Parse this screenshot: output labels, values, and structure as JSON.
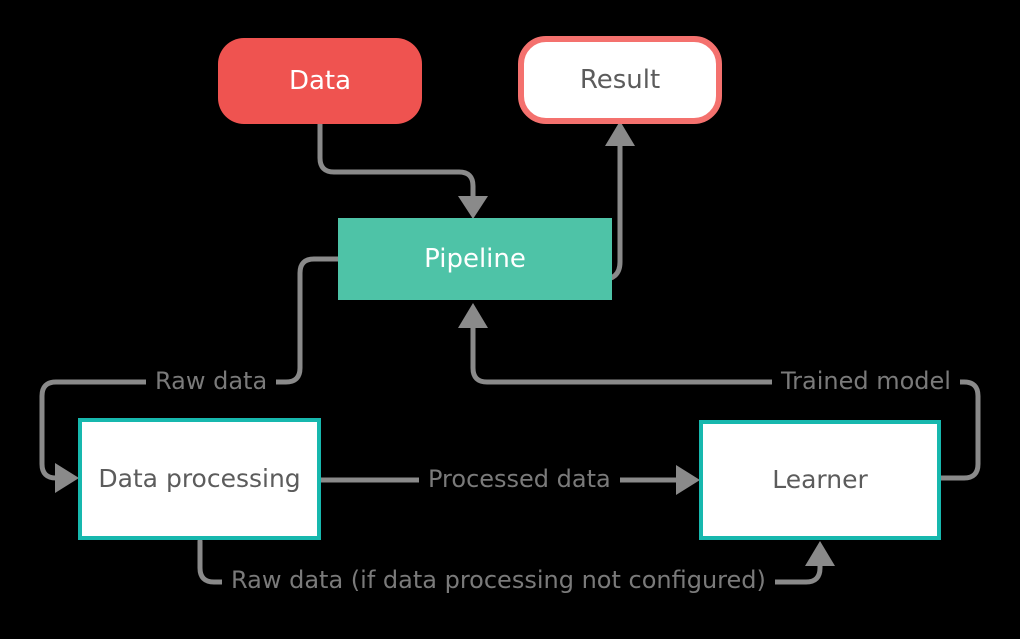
{
  "diagram": {
    "title": "Orange pipeline data flow diagram",
    "background": "#000000",
    "nodes": [
      {
        "id": "data",
        "label": "Data",
        "shape": "pill",
        "fill": "#ef5350",
        "border": "#ef5350",
        "text_color": "#ffffff"
      },
      {
        "id": "result",
        "label": "Result",
        "shape": "pill",
        "fill": "#ffffff",
        "border": "#f4716e",
        "text_color": "#5c5c5c"
      },
      {
        "id": "pipeline",
        "label": "Pipeline",
        "shape": "rectangle",
        "fill": "#4ec3a7",
        "border": "#4ec3a7",
        "text_color": "#ffffff"
      },
      {
        "id": "data_processing",
        "label": "Data processing",
        "shape": "rectangle",
        "fill": "#ffffff",
        "border": "#17b8ae",
        "text_color": "#5c5c5c"
      },
      {
        "id": "learner",
        "label": "Learner",
        "shape": "rectangle",
        "fill": "#ffffff",
        "border": "#17b8ae",
        "text_color": "#5c5c5c"
      }
    ],
    "edges": [
      {
        "id": "data-to-pipeline",
        "from": "data",
        "to": "pipeline",
        "label": "",
        "arrow": true
      },
      {
        "id": "pipeline-to-result",
        "from": "pipeline",
        "to": "result",
        "label": "",
        "arrow": true
      },
      {
        "id": "pipeline-to-data-processing",
        "from": "pipeline",
        "to": "data_processing",
        "label": "Raw data",
        "arrow": true
      },
      {
        "id": "data-processing-to-learner",
        "from": "data_processing",
        "to": "learner",
        "label": "Processed data",
        "arrow": true
      },
      {
        "id": "learner-to-pipeline",
        "from": "learner",
        "to": "pipeline",
        "label": "Trained model",
        "arrow": true
      },
      {
        "id": "data-processing-to-learner-alt",
        "from": "data_processing",
        "to": "learner",
        "label": "Raw data (if data processing not configured)",
        "arrow": true
      }
    ],
    "labels": {
      "raw_data": "Raw data",
      "trained_model": "Trained model",
      "processed_data": "Processed data",
      "raw_data_fallback": "Raw data (if data processing not configured)"
    },
    "colors": {
      "background": "#000000",
      "accent_red": "#ef5350",
      "accent_red_border": "#f4716e",
      "accent_teal_fill": "#4ec3a7",
      "accent_teal_border": "#17b8ae",
      "connector_gray": "#8a8a8a",
      "text_gray": "#5c5c5c",
      "label_gray": "#7a7a7a",
      "node_white": "#ffffff"
    }
  }
}
